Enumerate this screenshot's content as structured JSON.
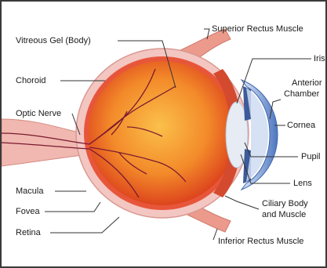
{
  "labels": {
    "vitreous_gel": "Vitreous Gel (Body)",
    "choroid": "Choroid",
    "optic_nerve": "Optic Nerve",
    "macula": "Macula",
    "fovea": "Fovea",
    "retina": "Retina",
    "superior_rectus": "Superior Rectus Muscle",
    "iris": "Iris",
    "anterior_chamber_1": "Anterior",
    "anterior_chamber_2": "Chamber",
    "cornea": "Cornea",
    "pupil": "Pupil",
    "lens": "Lens",
    "ciliary_1": "Ciliary Body",
    "ciliary_2": "and Muscle",
    "inferior_rectus": "Inferior Rectus Muscle"
  },
  "colors": {
    "sclera": "#f3c6c2",
    "vitreous_center": "#f8b23a",
    "vitreous_edge": "#e0421c",
    "cornea": "#5f86c9",
    "muscle": "#ec9a8c",
    "vessel": "#7a1a30",
    "leader": "#333333"
  }
}
